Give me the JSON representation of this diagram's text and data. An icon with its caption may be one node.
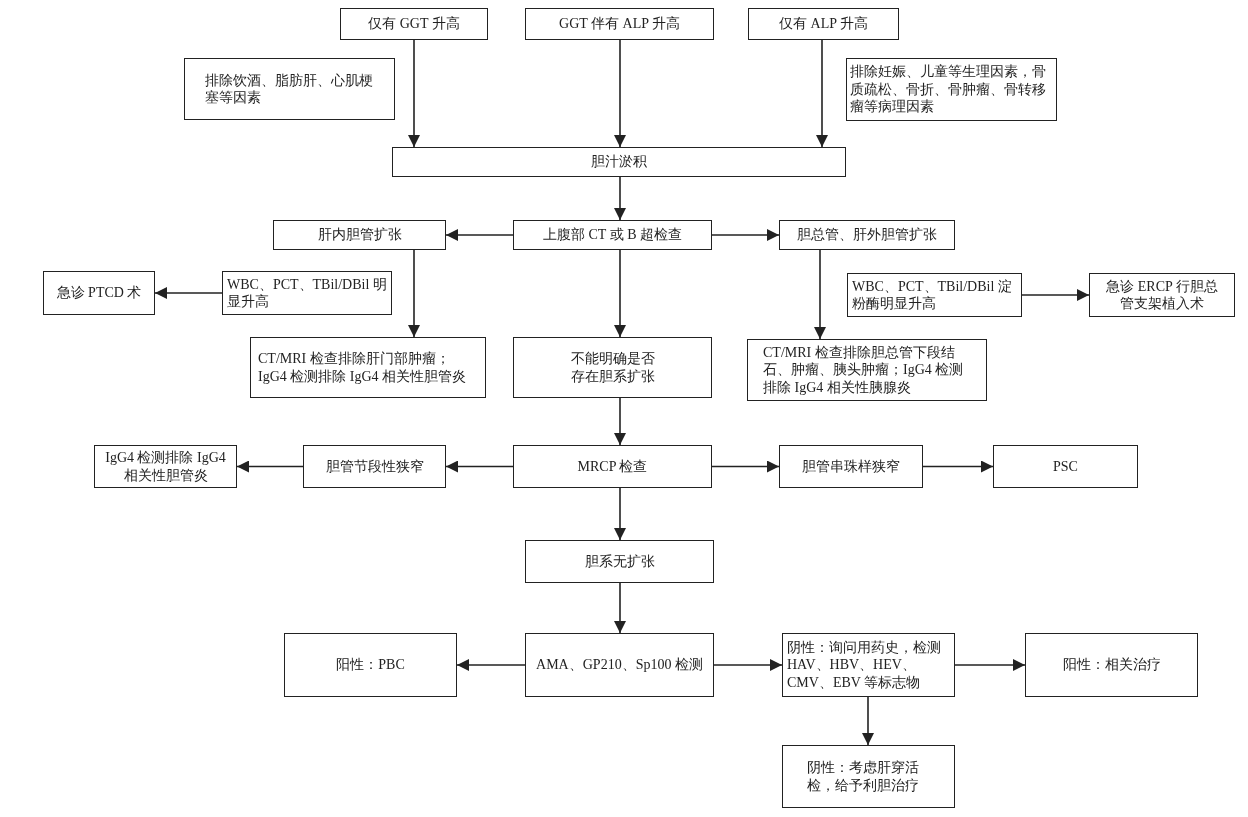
{
  "diagram": {
    "nodes": [
      {
        "text": [
          "仅有 GGT 升高"
        ]
      },
      {
        "text": [
          "GGT 伴有 ALP 升高"
        ]
      },
      {
        "text": [
          "仅有 ALP 升高"
        ]
      },
      {
        "text": [
          "排除饮酒、脂肪肝、心肌梗塞等因素"
        ]
      },
      {
        "text": [
          "排除妊娠、儿童等生理因素，骨质疏松、骨折、骨肿瘤、骨转移瘤等病理因素"
        ]
      },
      {
        "text": [
          "胆汁淤积"
        ]
      },
      {
        "text": [
          "上腹部 CT 或 B 超检查"
        ]
      },
      {
        "text": [
          "肝内胆管扩张"
        ]
      },
      {
        "text": [
          "胆总管、肝外胆管扩张"
        ]
      },
      {
        "text": [
          "WBC、PCT、TBil/DBil 明显升高"
        ]
      },
      {
        "text": [
          "急诊 PTCD 术"
        ]
      },
      {
        "text": [
          "CT/MRI 检查排除肝门部肿瘤；IgG4 检测排除 IgG4 相关性胆管炎"
        ]
      },
      {
        "text": [
          "不能明确是否存在胆系扩张"
        ]
      },
      {
        "text": [
          "CT/MRI 检查排除胆总管下段结石、肿瘤、胰头肿瘤；IgG4 检测排除 IgG4 相关性胰腺炎"
        ]
      },
      {
        "text": [
          "WBC、PCT、TBil/DBil 淀粉酶明显升高"
        ]
      },
      {
        "text": [
          "急诊 ERCP 行胆总管支架植入术"
        ]
      },
      {
        "text": [
          "IgG4 检测排除 IgG4 相关性胆管炎"
        ]
      },
      {
        "text": [
          "胆管节段性狭窄"
        ]
      },
      {
        "text": [
          "MRCP 检查"
        ]
      },
      {
        "text": [
          "胆管串珠样狭窄"
        ]
      },
      {
        "text": [
          "PSC"
        ]
      },
      {
        "text": [
          "胆系无扩张"
        ]
      },
      {
        "text": [
          "阳性：PBC"
        ]
      },
      {
        "text": [
          "AMA、GP210、Sp100 检测"
        ]
      },
      {
        "text": [
          "阴性：询问用药史，检测 HAV、HBV、HEV、CMV、EBV 等标志物"
        ]
      },
      {
        "text": [
          "阳性：相关治疗"
        ]
      },
      {
        "text": [
          "阴性：考虑肝穿活检，给予利胆治疗"
        ]
      }
    ],
    "edges": [
      {
        "from": 0,
        "to": 5,
        "arrow": "to"
      },
      {
        "from": 1,
        "to": 5,
        "arrow": "to"
      },
      {
        "from": 2,
        "to": 5,
        "arrow": "to"
      },
      {
        "from": 5,
        "to": 6,
        "arrow": "to"
      },
      {
        "from": 6,
        "to": 7,
        "arrow": "to"
      },
      {
        "from": 6,
        "to": 8,
        "arrow": "to"
      },
      {
        "from": 9,
        "to": 10,
        "arrow": "to"
      },
      {
        "from": 7,
        "to": 11,
        "arrow": "to"
      },
      {
        "from": 6,
        "to": 12,
        "arrow": "to"
      },
      {
        "from": 8,
        "to": 13,
        "arrow": "to"
      },
      {
        "from": 14,
        "to": 15,
        "arrow": "to"
      },
      {
        "from": 12,
        "to": 18,
        "arrow": "to"
      },
      {
        "from": 18,
        "to": 17,
        "arrow": "to"
      },
      {
        "from": 17,
        "to": 16,
        "arrow": "to"
      },
      {
        "from": 18,
        "to": 19,
        "arrow": "to"
      },
      {
        "from": 19,
        "to": 20,
        "arrow": "to"
      },
      {
        "from": 18,
        "to": 21,
        "arrow": "to"
      },
      {
        "from": 21,
        "to": 23,
        "arrow": "to"
      },
      {
        "from": 23,
        "to": 22,
        "arrow": "to"
      },
      {
        "from": 23,
        "to": 24,
        "arrow": "to"
      },
      {
        "from": 24,
        "to": 25,
        "arrow": "to"
      },
      {
        "from": 24,
        "to": 26,
        "arrow": "to"
      }
    ]
  }
}
